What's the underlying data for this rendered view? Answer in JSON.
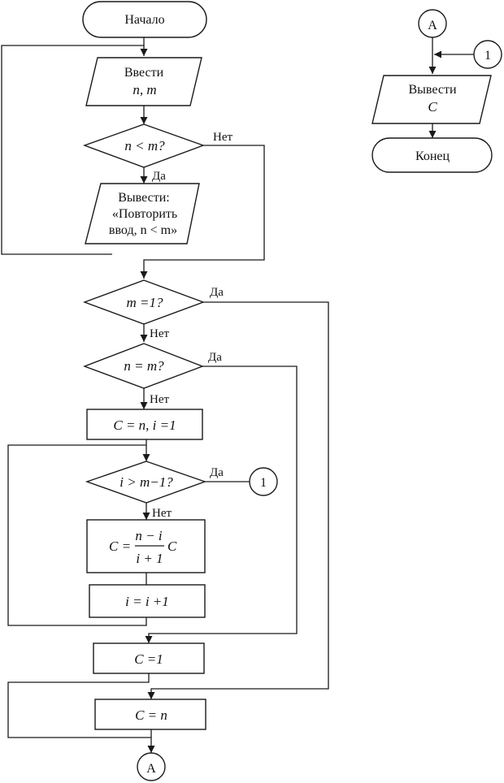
{
  "nodes": {
    "start": "Начало",
    "input_l1": "Ввести",
    "input_l2": "n,  m",
    "cond1": "n < m?",
    "output_err_l1": "Вывести:",
    "output_err_l2": "«Повторить",
    "output_err_l3": "ввод, n < m»",
    "cond2": "m =1?",
    "cond3": "n = m?",
    "assign1": "C = n,  i =1",
    "cond4": "i > m−1?",
    "formula_lhs": "C =",
    "formula_num": "n − i",
    "formula_den": "i + 1",
    "formula_rhs": "C",
    "increment": "i = i +1",
    "assign_c1": "C =1",
    "assign_cn": "C = n",
    "output_l1": "Вывести",
    "output_l2": "C",
    "end": "Конец"
  },
  "connectors": {
    "a": "A",
    "one": "1"
  },
  "edge_labels": {
    "no": "Нет",
    "yes": "Да"
  }
}
